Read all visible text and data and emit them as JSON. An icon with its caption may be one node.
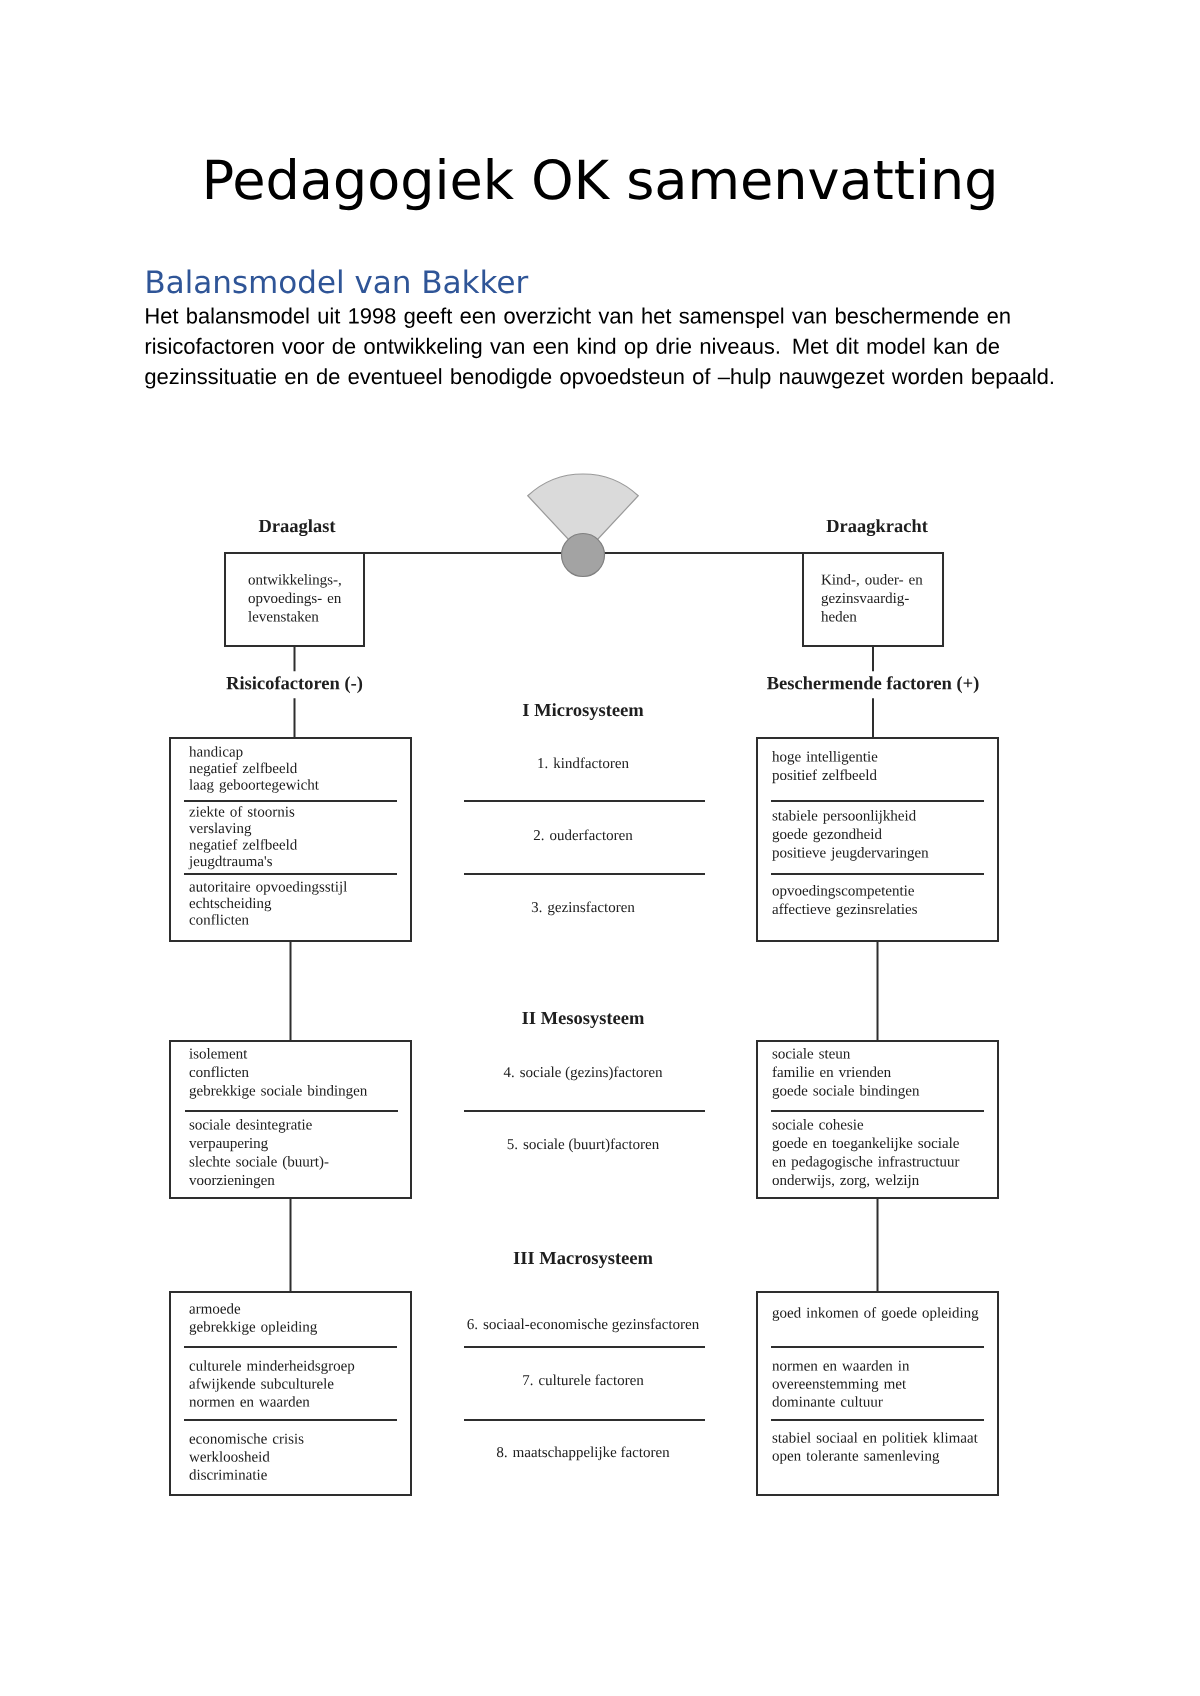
{
  "diagram": {
    "title": "Pedagogiek OK samenvatting",
    "nodes": [
      {
        "text": [
          "Draaglast",
          "ontwikkelings-, opvoedings- en levenstaken"
        ]
      },
      {
        "text": [
          "Draagkracht",
          "Kind-, ouder- en gezinsvaardig- heden"
        ]
      },
      {
        "text": [
          "handicap",
          "negatief zelfbeeld",
          "laag geboortegewicht",
          "ziekte of stoornis",
          "verslaving",
          "negatief zelfbeeld",
          "jeugdtrauma's",
          "autoritaire opvoedingsstijl",
          "echtscheiding",
          "conflicten"
        ]
      },
      {
        "text": [
          "hoge intelligentie",
          "positief zelfbeeld",
          "stabiele persoonlijkheid",
          "goede gezondheid",
          "positieve jeugdervaringen",
          "opvoedingscompetentie",
          "affectieve gezinsrelaties"
        ]
      },
      {
        "text": [
          "isolement",
          "conflicten",
          "gebrekkige sociale bindingen",
          "sociale desintegratie",
          "verpaupering",
          "slechte sociale (buurt)- voorzieningen"
        ]
      },
      {
        "text": [
          "sociale steun",
          "familie en vrienden",
          "goede sociale bindingen",
          "sociale cohesie",
          "goede en toegankelijke sociale en pedagogische infrastructuur",
          "onderwijs, zorg, welzijn"
        ]
      },
      {
        "text": [
          "armoede",
          "gebrekkige opleiding",
          "culturele minderheidsgroep",
          "afwijkende subculturele normen en waarden",
          "economische crisis",
          "werkloosheid",
          "discriminatie"
        ]
      },
      {
        "text": [
          "goed inkomen of goede opleiding",
          "normen en waarden in overeenstemming met dominante cultuur",
          "stabiel sociaal en politiek klimaat",
          "open tolerante samenleving"
        ]
      }
    ],
    "edges": [
      {
        "from": 0,
        "to": 1,
        "arrow": "none"
      },
      {
        "from": 0,
        "to": 2,
        "arrow": "none",
        "label": "Risicofactoren (-)"
      },
      {
        "from": 1,
        "to": 3,
        "arrow": "none",
        "label": "Beschermende factoren (+)"
      },
      {
        "from": 2,
        "to": 4,
        "arrow": "none"
      },
      {
        "from": 3,
        "to": 5,
        "arrow": "none"
      },
      {
        "from": 4,
        "to": 6,
        "arrow": "none"
      },
      {
        "from": 5,
        "to": 7,
        "arrow": "none"
      }
    ],
    "labels": [
      "Balansmodel van Bakker",
      "Het balansmodel uit 1998 geeft een overzicht van het samenspel van beschermende en risicofactoren voor de ontwikkeling van een kind op drie niveaus. Met dit model kan de gezinssituatie en de eventueel benodigde opvoedsteun of –hulp nauwgezet worden bepaald.",
      "I Microsysteem",
      "1. kindfactoren",
      "2. ouderfactoren",
      "3. gezinsfactoren",
      "II Mesosysteem",
      "4. sociale (gezins)factoren",
      "5. sociale (buurt)factoren",
      "III Macrosysteem",
      "6. sociaal-economische gezinsfactoren",
      "7. culturele factoren",
      "8. maatschappelijke factoren"
    ]
  }
}
